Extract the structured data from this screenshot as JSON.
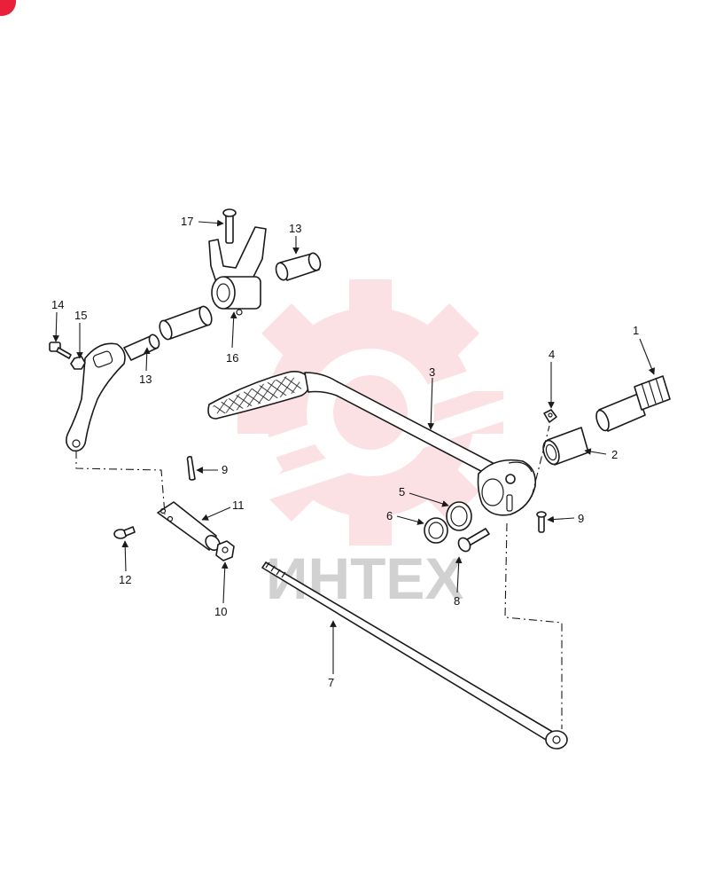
{
  "watermark": {
    "text": "ИНТЕХ",
    "color": "#e8203a"
  },
  "corner_badge": {
    "color": "#e8203a"
  },
  "callouts": {
    "c1": "1",
    "c2": "2",
    "c3": "3",
    "c4": "4",
    "c5": "5",
    "c6": "6",
    "c7": "7",
    "c8": "8",
    "c9a": "9",
    "c9b": "9",
    "c10": "10",
    "c11": "11",
    "c12": "12",
    "c13a": "13",
    "c13b": "13",
    "c14": "14",
    "c15": "15",
    "c16": "16",
    "c17": "17"
  }
}
